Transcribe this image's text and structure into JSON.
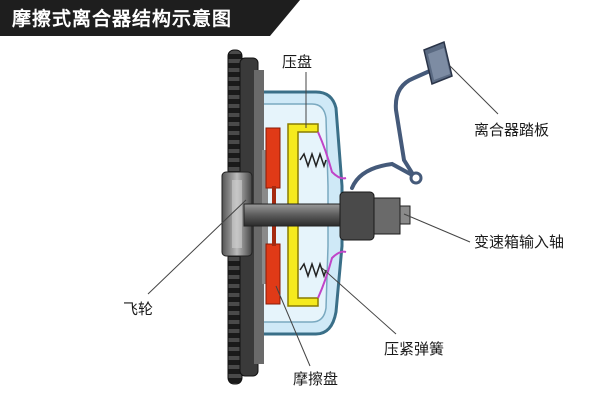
{
  "title": "摩擦式离合器结构示意图",
  "labels": {
    "pressure_plate": "压盘",
    "clutch_pedal": "离合器踏板",
    "gearbox_input_shaft": "变速箱输入轴",
    "flywheel": "飞轮",
    "pressure_spring": "压紧弹簧",
    "friction_disc": "摩擦盘"
  },
  "colors": {
    "banner": "#1e1e1e",
    "flywheel": "#2a2a2a",
    "housing_fill": "#cfe9f7",
    "housing_stroke": "#3a6f88",
    "pressure_plate": "#f5ea1e",
    "friction_disc": "#e03a17",
    "spring_link": "#c044c8",
    "shaft": "#6e6e6e",
    "pedal": "#455a7a",
    "leader_line": "#444444"
  }
}
